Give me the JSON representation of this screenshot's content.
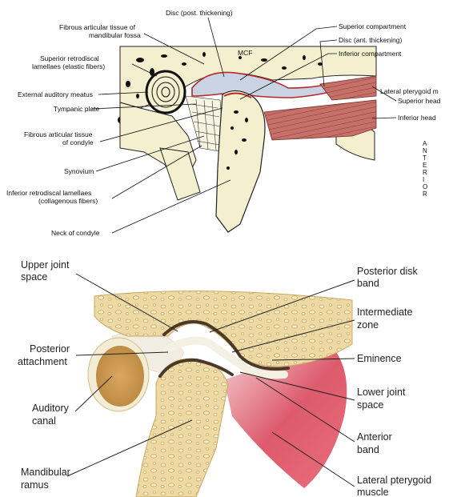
{
  "top_panel": {
    "labels": {
      "disc_post": "Disc (post. thickening)",
      "fibrous_fossa_1": "Fibrous articular tissue of",
      "fibrous_fossa_2": "mandibular fossa",
      "superior_compartment": "Superior compartment",
      "disc_ant": "Disc (ant. thickening)",
      "inferior_compartment": "Inferior compartment",
      "mcf": "MCF",
      "sup_retro_1": "Superior retrodiscal",
      "sup_retro_2": "lamellaes (elastic fibers)",
      "ext_auditory": "External auditory meatus",
      "tympanic": "Tympanic plate",
      "lateral_pterygoid": "Lateral pterygoid m",
      "superior_head": "Superior head",
      "inferior_head": "Inferior head",
      "fibrous_condyle_1": "Fibrous articular tissue",
      "fibrous_condyle_2": "of condyle",
      "synovium": "Synovium",
      "inf_retro_1": "Inferior retrodiscal lamellaes",
      "inf_retro_2": "(collagenous fibers)",
      "neck": "Neck of condyle",
      "anterior_letters": [
        "A",
        "N",
        "T",
        "E",
        "R",
        "I",
        "O",
        "R"
      ]
    }
  },
  "bottom_panel": {
    "labels": {
      "upper_joint_1": "Upper joint",
      "upper_joint_2": "space",
      "posterior_disk_1": "Posterior disk",
      "posterior_disk_2": "band",
      "intermediate_1": "Intermediate",
      "intermediate_2": "zone",
      "posterior_att_1": "Posterior",
      "posterior_att_2": "attachment",
      "eminence": "Eminence",
      "auditory_1": "Auditory",
      "auditory_2": "canal",
      "lower_joint_1": "Lower joint",
      "lower_joint_2": "space",
      "anterior_band_1": "Anterior",
      "anterior_band_2": "band",
      "mandibular_1": "Mandibular",
      "mandibular_2": "ramus",
      "lat_ptery_1": "Lateral pterygoid",
      "lat_ptery_2": "muscle"
    }
  },
  "colors": {
    "bone_top": "#f4efcf",
    "disc_top": "#c9d3e4",
    "muscle_top": "#c06a64",
    "bone_bottom": "#ecd9a4",
    "cartilage_bottom": "#4a3a28",
    "muscle_bottom": "#d9485b",
    "canal_bottom": "#d9a760"
  }
}
